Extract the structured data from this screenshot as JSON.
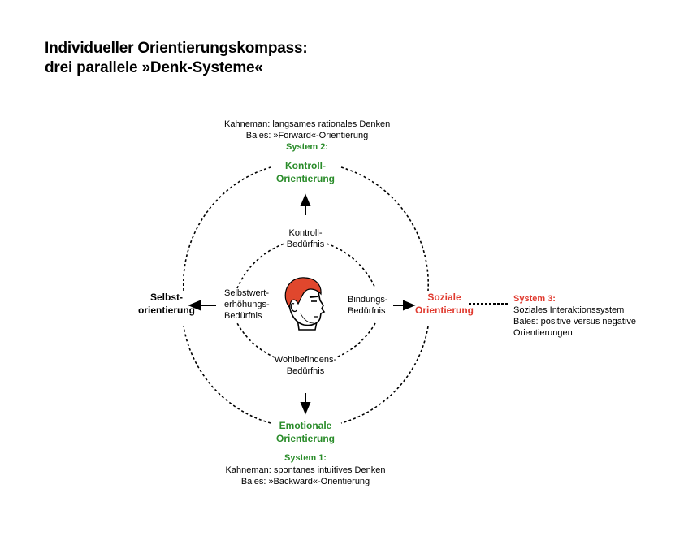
{
  "title": {
    "line1": "Individueller Orientierungskompass:",
    "line2": "drei parallele »Denk-Systeme«"
  },
  "top_block": {
    "kahneman": "Kahneman: langsames rationales Denken",
    "bales": "Bales:  »Forward«-Orientierung",
    "system": "System 2:"
  },
  "nodes": {
    "kontroll_orientierung": [
      "Kontroll-",
      "Orientierung"
    ],
    "emotionale_orientierung": [
      "Emotionale",
      "Orientierung"
    ],
    "selbst_orientierung": [
      "Selbst-",
      "orientierung"
    ],
    "soziale_orientierung": [
      "Soziale",
      "Orientierung"
    ]
  },
  "needs": {
    "kontroll": [
      "Kontroll-",
      "Bedürfnis"
    ],
    "wohlbefinden": [
      "Wohlbefindens-",
      "Bedürfnis"
    ],
    "selbstwert": [
      "Selbstwert-",
      "erhöhungs-",
      "Bedürfnis"
    ],
    "bindung": [
      "Bindungs-",
      "Bedürfnis"
    ]
  },
  "bottom_block": {
    "system": "System 1:",
    "kahneman": "Kahneman: spontanes intuitives Denken",
    "bales": "Bales:  »Backward«-Orientierung"
  },
  "right_block": {
    "system": "System 3:",
    "line1": "Soziales Interaktionssystem",
    "line2": "Bales: positive versus negative",
    "line3": "Orientierungen"
  },
  "colors": {
    "green": "#2a8c2a",
    "red": "#e03a2f",
    "hair": "#e0472d",
    "black": "#000000"
  },
  "icons": {
    "center": "head-icon"
  }
}
